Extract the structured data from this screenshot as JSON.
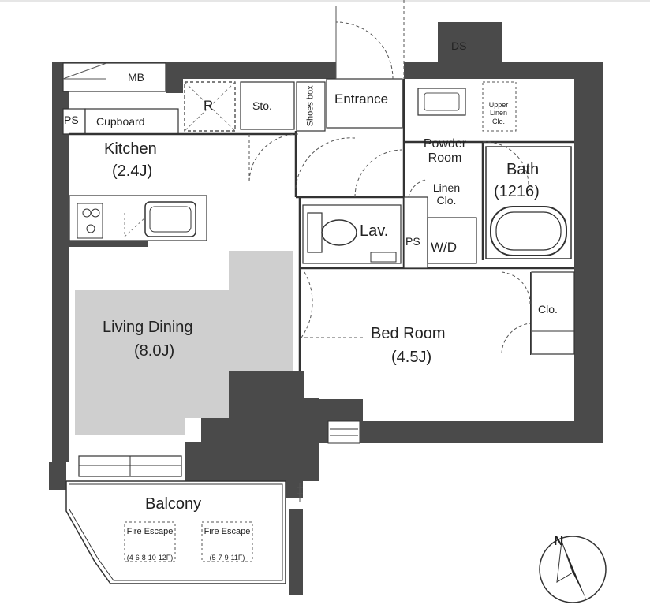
{
  "labels": {
    "ds": "DS",
    "mb": "MB",
    "r": "R",
    "sto": "Sto.",
    "shoes_box": "Shoes box",
    "entrance": "Entrance",
    "ps_top": "PS",
    "cupboard": "Cupboard",
    "kitchen": "Kitchen",
    "kitchen_size": "(2.4J)",
    "upper_linen": "Upper Linen Clo.",
    "powder_room": "Powder Room",
    "linen_clo": "Linen Clo.",
    "bath": "Bath",
    "bath_size": "(1216)",
    "lav": "Lav.",
    "ps_mid": "PS",
    "wd": "W/D",
    "living_dining": "Living Dining",
    "living_dining_size": "(8.0J)",
    "bed_room": "Bed Room",
    "bed_room_size": "(4.5J)",
    "clo": "Clo.",
    "balcony": "Balcony",
    "fire_escape_1": "Fire Escape",
    "fire_escape_1_floors": "(4·6·8·10·12F)",
    "fire_escape_2": "Fire Escape",
    "fire_escape_2_floors": "(5·7·9·11F)",
    "north": "N"
  },
  "colors": {
    "wall": "#4a4a4a",
    "living_floor": "#cfcfcf",
    "line": "#333333",
    "dashed": "#555555"
  }
}
